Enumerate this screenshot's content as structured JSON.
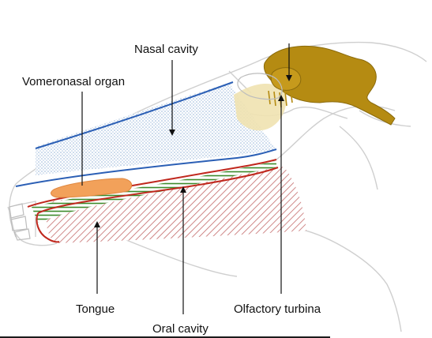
{
  "diagram": {
    "labels": {
      "nasal_cavity": "Nasal cavity",
      "vomeronasal_organ": "Vomeronasal organ",
      "tongue": "Tongue",
      "oral_cavity": "Oral cavity",
      "olfactory_turbinates": "Olfactory turbina"
    },
    "colors": {
      "outline": "#cfcfcf",
      "nasal_line": "#2b5fb5",
      "nasal_fill": "#b9cde4",
      "brain": "#b58b12",
      "olfactory_region": "#f0e2b0",
      "vomeronasal": "#f2a15a",
      "oral_red": "#c0281e",
      "oral_green": "#3c8a2a",
      "tongue_hatch": "#c46a6a",
      "pointer": "#111111"
    }
  }
}
